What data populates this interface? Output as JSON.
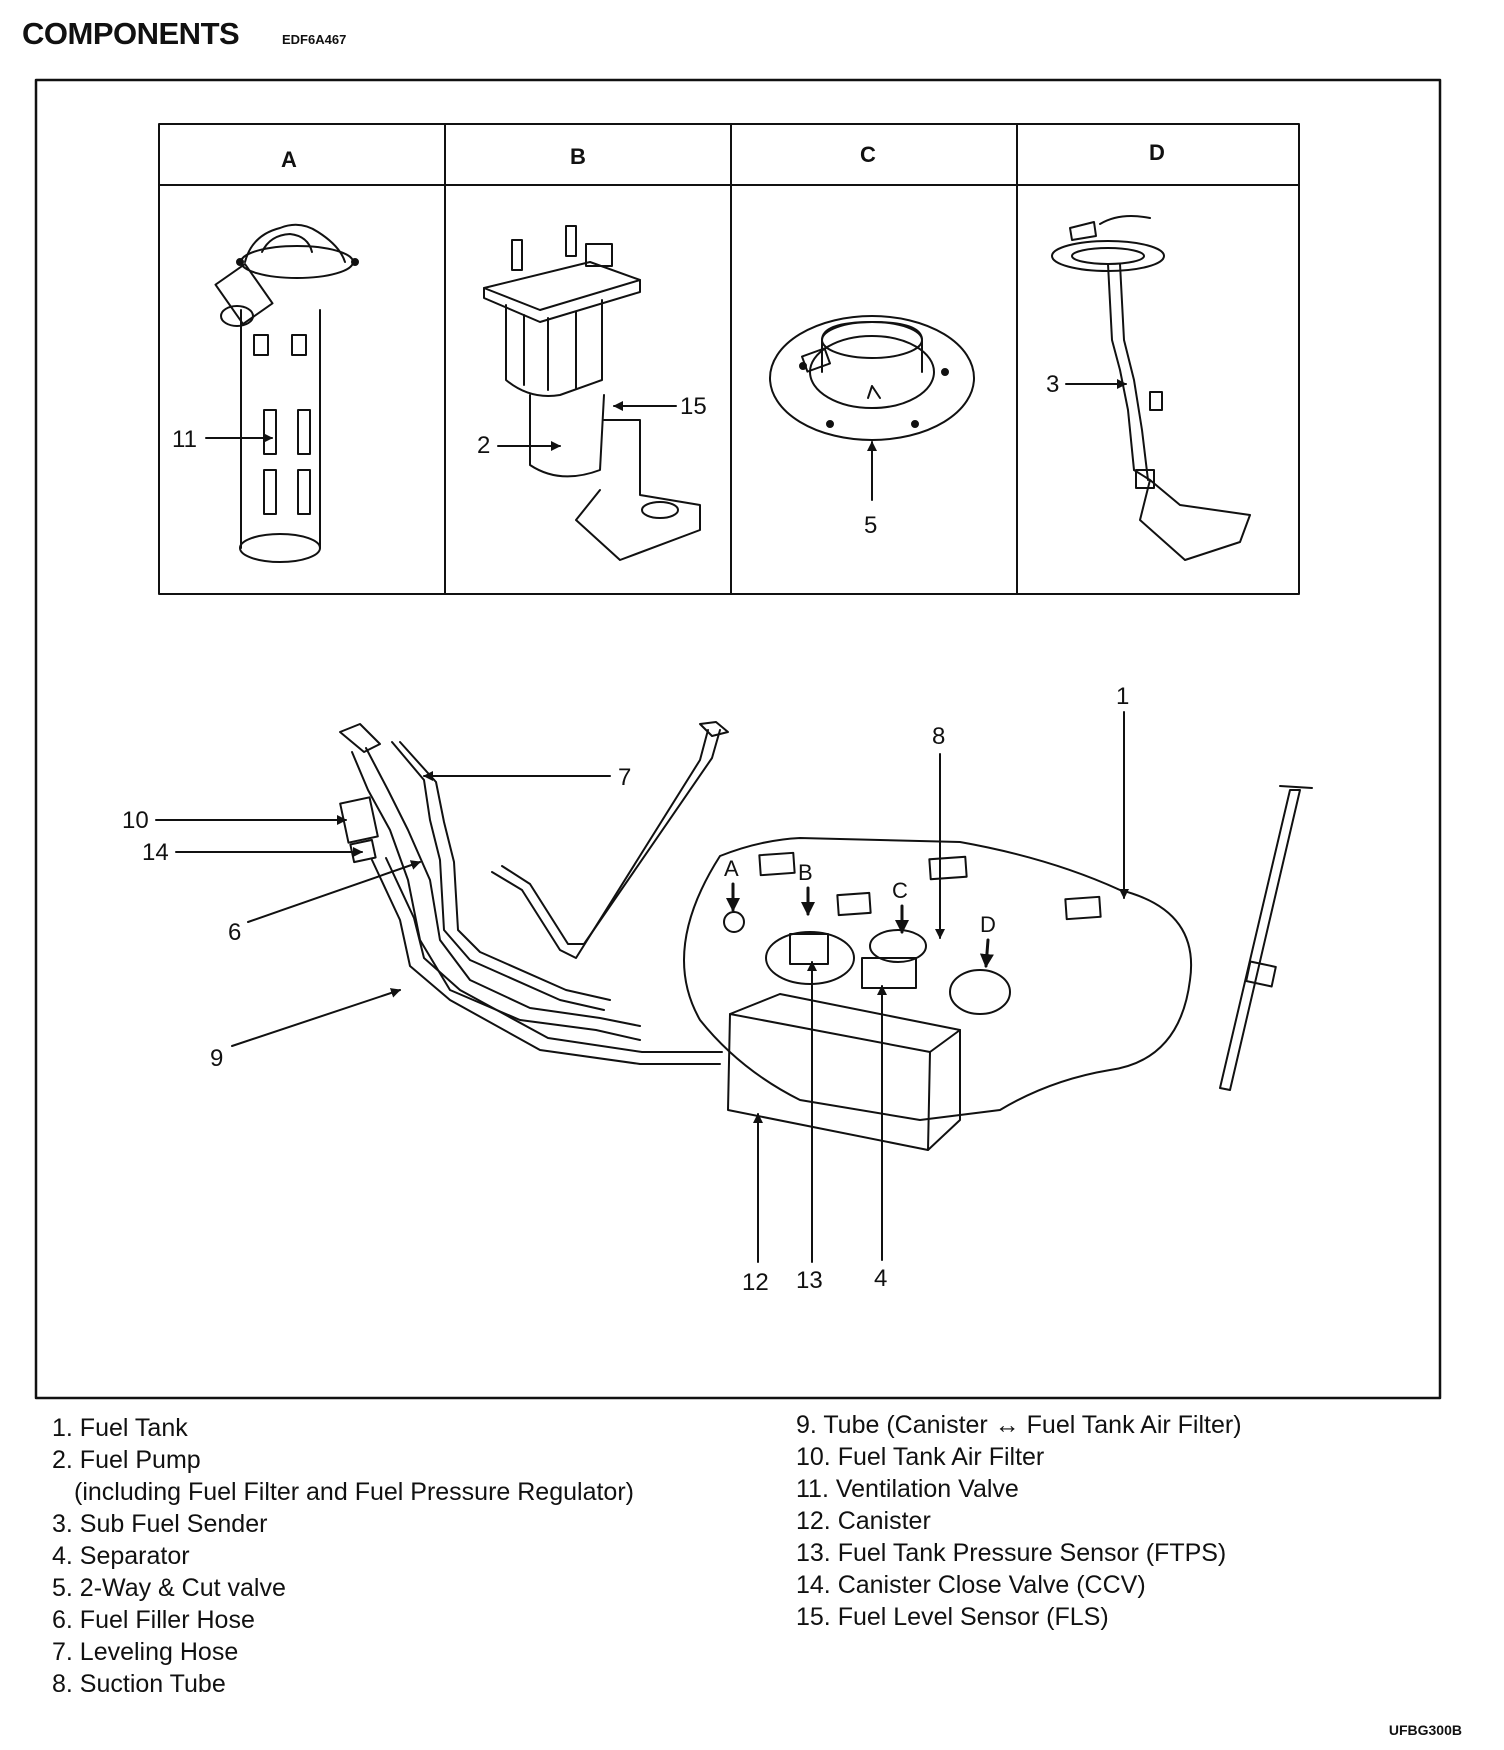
{
  "header": {
    "title": "COMPONENTS",
    "code": "EDF6A467"
  },
  "panel_headers": [
    "A",
    "B",
    "C",
    "D"
  ],
  "callouts": {
    "n1": "1",
    "n2": "2",
    "n3": "3",
    "n4": "4",
    "n5": "5",
    "n6": "6",
    "n7": "7",
    "n8": "8",
    "n9": "9",
    "n10": "10",
    "n11": "11",
    "n12": "12",
    "n13": "13",
    "n14": "14",
    "n15": "15",
    "a": "A",
    "b": "B",
    "c": "C",
    "d": "D"
  },
  "legend_left": [
    "1. Fuel Tank",
    "2. Fuel Pump",
    "(including Fuel Filter and Fuel Pressure Regulator)",
    "3. Sub Fuel Sender",
    "4. Separator",
    "5. 2-Way & Cut valve",
    "6. Fuel Filler Hose",
    "7. Leveling Hose",
    "8. Suction Tube"
  ],
  "legend_right": [
    "9. Tube (Canister ↔ Fuel Tank Air Filter)",
    "10. Fuel Tank Air Filter",
    "11. Ventilation Valve",
    "12. Canister",
    "13. Fuel Tank Pressure Sensor (FTPS)",
    "14. Canister Close Valve (CCV)",
    "15. Fuel Level Sensor (FLS)"
  ],
  "footer": {
    "code": "UFBG300B"
  }
}
